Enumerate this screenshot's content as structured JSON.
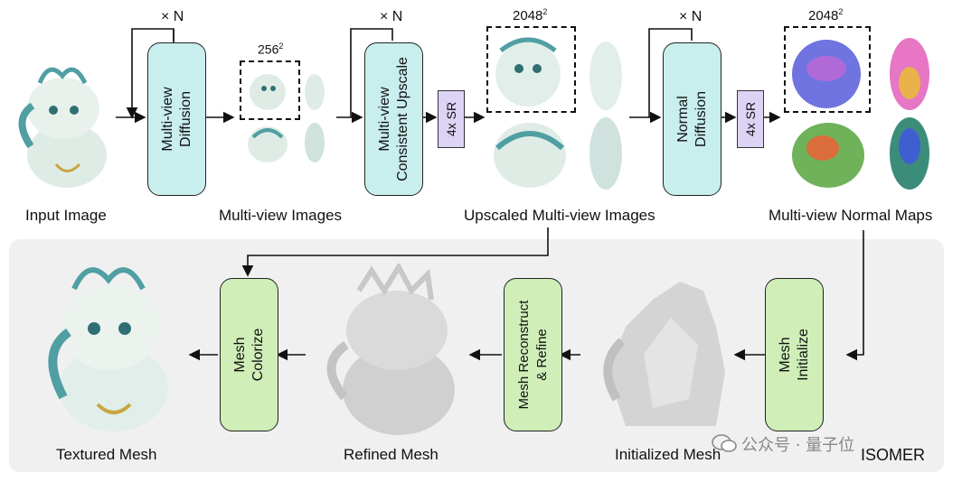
{
  "top_stage": {
    "input_label": "Input Image",
    "mv_diffusion": {
      "line1": "Multi-view",
      "line2": "Diffusion",
      "loop": "× N"
    },
    "mv_images_label": "Multi-view Images",
    "res_low": "256",
    "res_exp": "2",
    "mv_upscale": {
      "line1": "Multi-view",
      "line2": "Consistent Upscale",
      "loop": "× N"
    },
    "sr_label": "4x SR",
    "upscaled_label": "Upscaled Multi-view Images",
    "res_high": "2048",
    "normal_diffusion": {
      "line1": "Normal",
      "line2": "Diffusion",
      "loop": "× N"
    },
    "normal_maps_label": "Multi-view Normal Maps"
  },
  "bottom_stage": {
    "textured_label": "Textured Mesh",
    "colorize": {
      "line1": "Mesh",
      "line2": "Colorize"
    },
    "refined_label": "Refined Mesh",
    "reconstruct": {
      "line1": "Mesh Reconstruct",
      "line2": "& Refine"
    },
    "initialized_label": "Initialized Mesh",
    "initialize": {
      "line1": "Mesh",
      "line2": "Initialize"
    },
    "section_name": "ISOMER"
  },
  "watermark": "公众号 · 量子位",
  "colors": {
    "cyan_block": "#c9eeee",
    "green_block": "#cfeeb8",
    "sr_block": "#ddd3f4",
    "panel_bg": "#f0f0f0"
  }
}
